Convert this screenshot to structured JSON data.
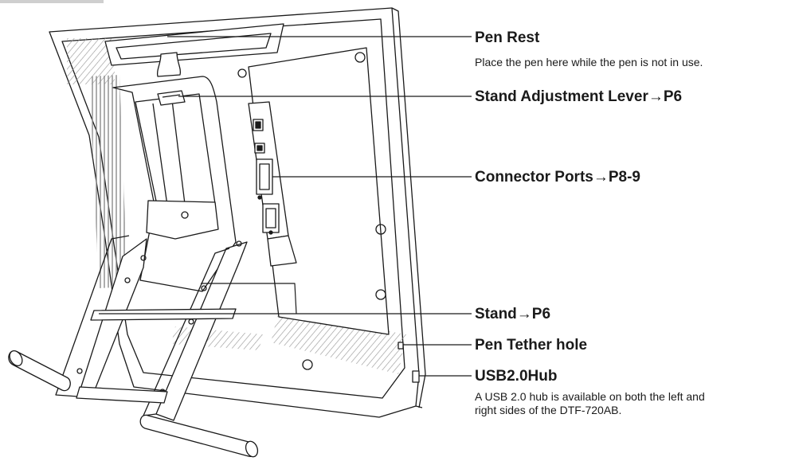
{
  "callouts": {
    "pen_rest": {
      "title": "Pen Rest",
      "description": "Place the pen here while the pen is not in use."
    },
    "stand_adjustment_lever": {
      "title": "Stand Adjustment Lever→P6"
    },
    "connector_ports": {
      "title": "Connector Ports→P8-9"
    },
    "stand": {
      "title": "Stand→P6"
    },
    "pen_tether_hole": {
      "title": "Pen Tether hole"
    },
    "usb_hub": {
      "title": "USB2.0Hub",
      "description_line1": "A USB 2.0 hub is available on both the left and",
      "description_line2": "right sides of the DTF-720AB."
    }
  },
  "colors": {
    "line": "#1a1a1a",
    "vent": "#8a8a8a",
    "header_tab": "#cfcfcf"
  }
}
